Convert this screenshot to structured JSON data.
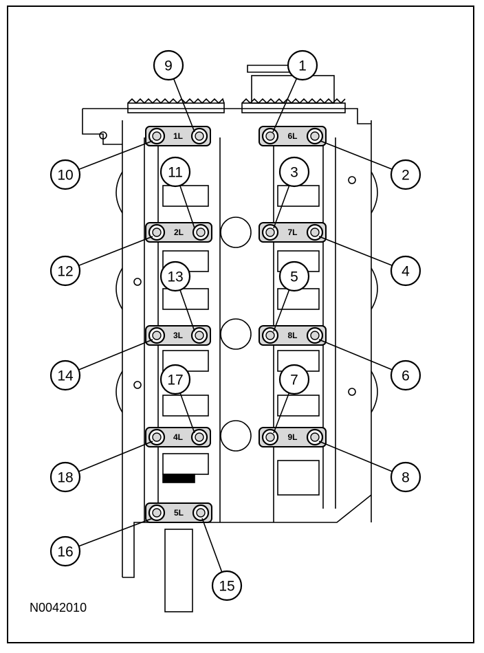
{
  "figure": {
    "id": "N0042010",
    "colors": {
      "ink": "#000000",
      "paper": "#ffffff",
      "shade": "#d8d8d8"
    }
  },
  "caps": [
    {
      "id": "cap-1L",
      "label": "1L"
    },
    {
      "id": "cap-2L",
      "label": "2L"
    },
    {
      "id": "cap-3L",
      "label": "3L"
    },
    {
      "id": "cap-4L",
      "label": "4L"
    },
    {
      "id": "cap-5L",
      "label": "5L"
    },
    {
      "id": "cap-6L",
      "label": "6L"
    },
    {
      "id": "cap-7L",
      "label": "7L"
    },
    {
      "id": "cap-8L",
      "label": "8L"
    },
    {
      "id": "cap-9L",
      "label": "9L"
    }
  ],
  "callouts": [
    "1",
    "2",
    "3",
    "4",
    "5",
    "6",
    "7",
    "8",
    "9",
    "10",
    "11",
    "12",
    "13",
    "14",
    "15",
    "16",
    "17",
    "18"
  ]
}
